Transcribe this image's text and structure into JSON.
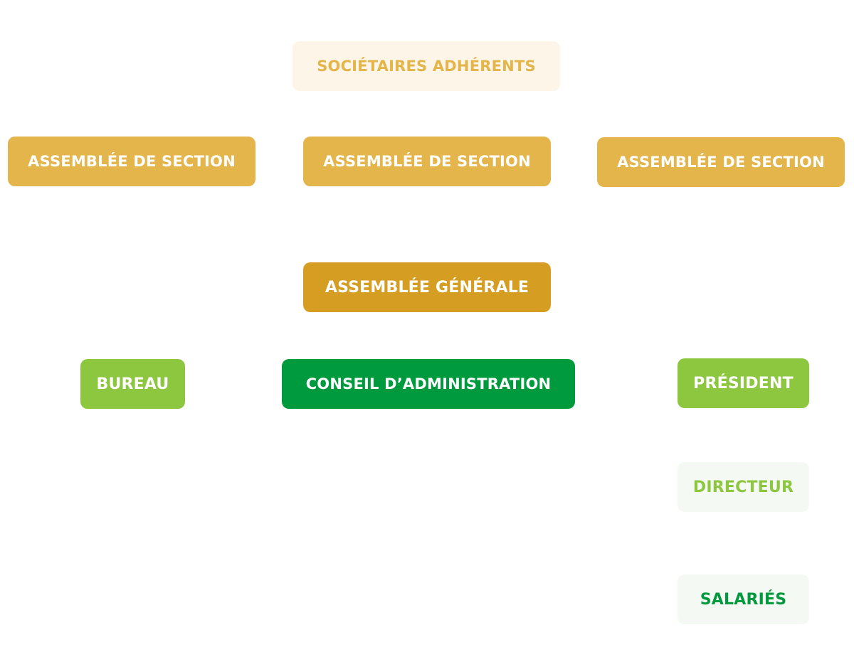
{
  "diagram": {
    "type": "org-chart",
    "nodes": [
      {
        "id": "societaires",
        "label": "SOCIÉTAIRES ADHÉRENTS",
        "bg": "#FDF5E8",
        "fg": "#E3B54A"
      },
      {
        "id": "section-1",
        "label": "ASSEMBLÉE DE SECTION",
        "bg": "#E3B54A",
        "fg": "#FFFFFF"
      },
      {
        "id": "section-2",
        "label": "ASSEMBLÉE DE SECTION",
        "bg": "#E3B54A",
        "fg": "#FFFFFF"
      },
      {
        "id": "section-3",
        "label": "ASSEMBLÉE DE SECTION",
        "bg": "#E3B54A",
        "fg": "#FFFFFF"
      },
      {
        "id": "ag",
        "label": "ASSEMBLÉE GÉNÉRALE",
        "bg": "#D59E22",
        "fg": "#FFFFFF"
      },
      {
        "id": "bureau",
        "label": "BUREAU",
        "bg": "#8DC63F",
        "fg": "#FFFFFF"
      },
      {
        "id": "ca",
        "label": "CONSEIL D’ADMINISTRATION",
        "bg": "#009A3E",
        "fg": "#FFFFFF"
      },
      {
        "id": "president",
        "label": "PRÉSIDENT",
        "bg": "#8DC63F",
        "fg": "#FFFFFF"
      },
      {
        "id": "directeur",
        "label": "DIRECTEUR",
        "bg": "#F4F9F4",
        "fg": "#8DC63F"
      },
      {
        "id": "salaries",
        "label": "SALARIÉS",
        "bg": "#F4F9F4",
        "fg": "#009A3E"
      }
    ],
    "edges": []
  }
}
